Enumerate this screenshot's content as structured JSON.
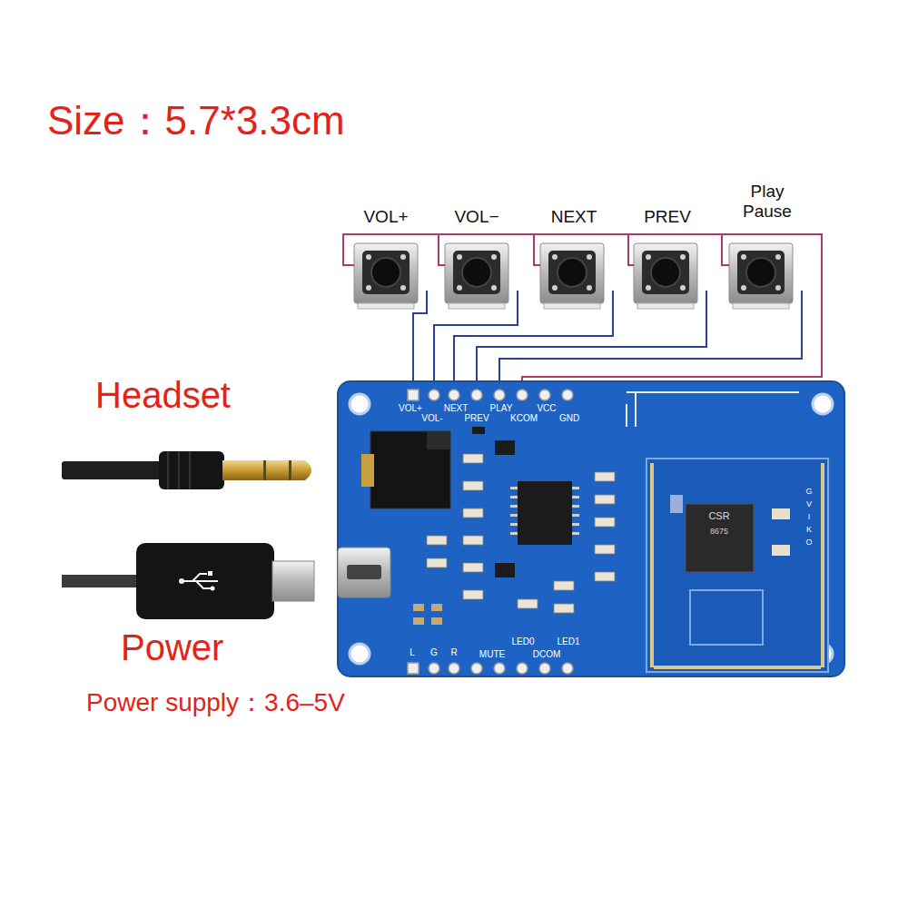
{
  "diagram": {
    "labels": [
      "Size：5.7*3.3cm",
      "VOL+",
      "VOL−",
      "NEXT",
      "PREV",
      "Play Pause",
      "VOL+",
      "VOL-",
      "NEXT",
      "PREV",
      "PLAY",
      "KCOM",
      "VCC",
      "GND",
      "Headset",
      "CSR",
      "8675",
      "G",
      "V",
      "I",
      "K",
      "O",
      "Power",
      "Power supply：3.6–5V",
      "L",
      "G",
      "R",
      "MUTE",
      "LED0",
      "LED1",
      "DCOM"
    ]
  }
}
